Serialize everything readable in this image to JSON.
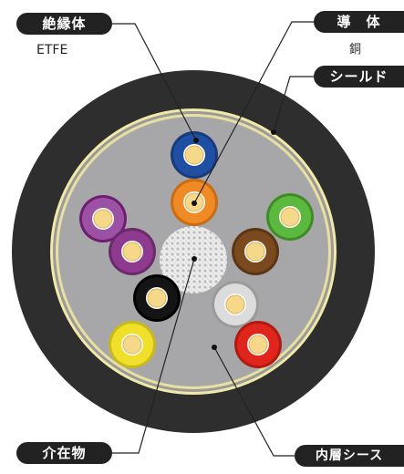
{
  "labels": {
    "insulator": "絶縁体",
    "insulator_material": "ETFE",
    "conductor": "導　体",
    "conductor_material": "銅",
    "shield": "シールド",
    "filler": "介在物",
    "inner_sheath": "内層シース"
  },
  "colors": {
    "label_bg": "#222222",
    "outer_sheath": "#2e2e2e",
    "shield_braid": "#e8dd8c",
    "inner_sheath": "#a7a7a9",
    "core_conductor": "#f5d88a",
    "core_colors": [
      "blue",
      "orange",
      "green",
      "purple",
      "purple",
      "brown",
      "black",
      "white",
      "yellow",
      "red"
    ]
  }
}
